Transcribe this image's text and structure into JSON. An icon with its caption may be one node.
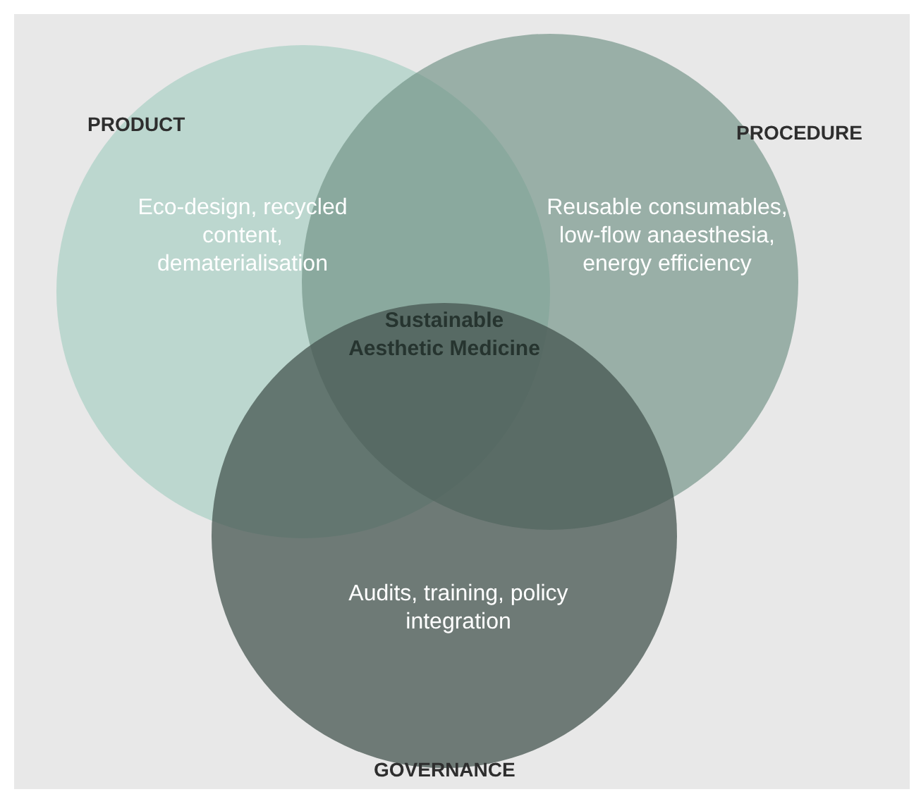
{
  "diagram": {
    "nodes": [
      {
        "text": [
          "PRODUCT",
          "Eco-design, recycled content, dematerialisation"
        ]
      },
      {
        "text": [
          "PROCEDURE",
          "Reusable consumables, low-flow anaesthesia, energy efficiency"
        ]
      },
      {
        "text": [
          "Audits, training, policy integration",
          "GOVERNANCE"
        ]
      }
    ],
    "edges": [],
    "labels": [
      "Sustainable Aesthetic Medicine"
    ]
  }
}
